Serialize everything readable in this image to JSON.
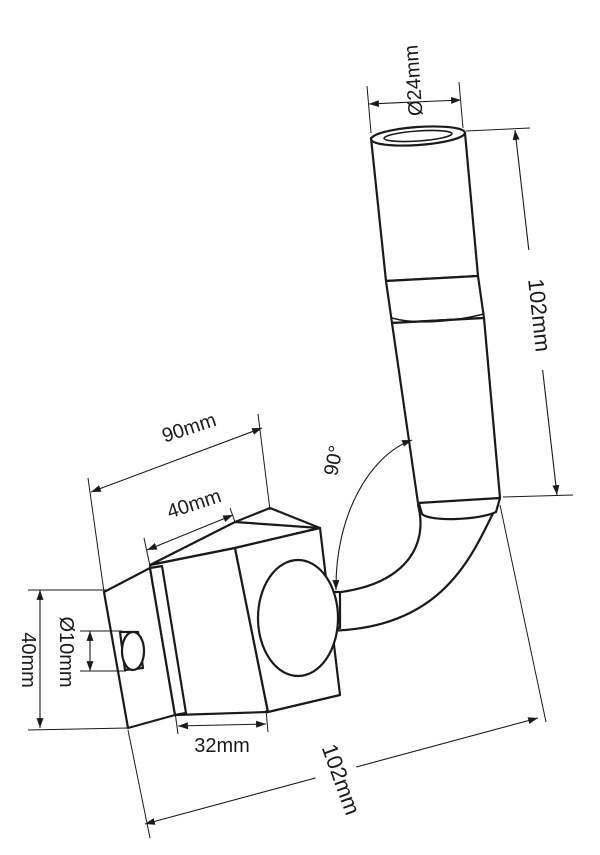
{
  "dimensions": {
    "tube_diameter": "Ø24mm",
    "tube_length": "102mm",
    "angle": "90°",
    "overall_width": "90mm",
    "body_width": "40mm",
    "hole_diameter": "Ø10mm",
    "base_height": "40mm",
    "base_depth": "32mm",
    "overall_depth": "102mm"
  }
}
